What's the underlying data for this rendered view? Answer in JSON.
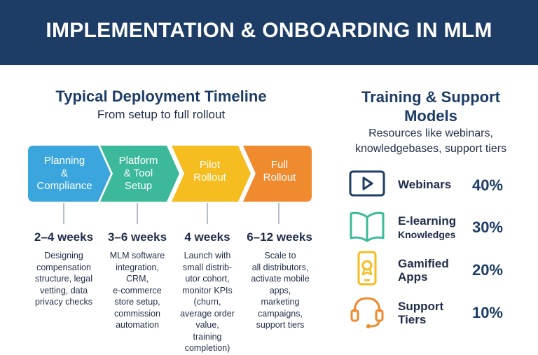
{
  "header": {
    "title": "IMPLEMENTATION & ONBOARDING IN MLM"
  },
  "timeline": {
    "title": "Typical Deployment Timeline",
    "subtitle": "From setup to full rollout",
    "stages": [
      {
        "label_lines": [
          "Planning",
          "&",
          "Compliance"
        ],
        "duration": "2–4 weeks",
        "description": [
          "Designing",
          "compensation",
          "structure, legal",
          "vetting, data",
          "privacy checks"
        ],
        "color": "#3aa6dd"
      },
      {
        "label_lines": [
          "Platform",
          "& Tool",
          "Setup"
        ],
        "duration": "3–6 weeks",
        "description": [
          "MLM software",
          "integration,",
          "CRM,",
          "e-commerce",
          "store setup,",
          "commission",
          "automation"
        ],
        "color": "#3cb99a"
      },
      {
        "label_lines": [
          "Pilot",
          "Rollout"
        ],
        "duration": "4 weeks",
        "description": [
          "Launch with",
          "small distrib-",
          "utor cohort,",
          "monitor KPIs",
          "(churn,",
          "average order",
          "value,",
          "training",
          "completion)"
        ],
        "color": "#f5bd1f"
      },
      {
        "label_lines": [
          "Full",
          "Rollout"
        ],
        "duration": "6–12 weeks",
        "description": [
          "Scale to",
          "all distributors,",
          "activate mobile",
          "apps,",
          "marketing",
          "campaigns,",
          "support tiers"
        ],
        "color": "#ef8a2e"
      }
    ]
  },
  "support": {
    "title_lines": [
      "Training & Support",
      "Models"
    ],
    "subtitle_lines": [
      "Resources like webinars,",
      "knowledgebases, support tiers"
    ],
    "resources": [
      {
        "name_lines": [
          "Webinars"
        ],
        "percent": "40%",
        "icon": "video-play-icon",
        "color": "#1d3c66"
      },
      {
        "name_lines": [
          "E-learning",
          "Knowledges"
        ],
        "percent": "30%",
        "icon": "open-book-icon",
        "color": "#3cb99a"
      },
      {
        "name_lines": [
          "Gamified",
          "Apps"
        ],
        "percent": "20%",
        "icon": "mobile-badge-icon",
        "color": "#f5bd1f"
      },
      {
        "name_lines": [
          "Support",
          "Tiers"
        ],
        "percent": "10%",
        "icon": "headset-icon",
        "color": "#ef8a2e"
      }
    ]
  }
}
